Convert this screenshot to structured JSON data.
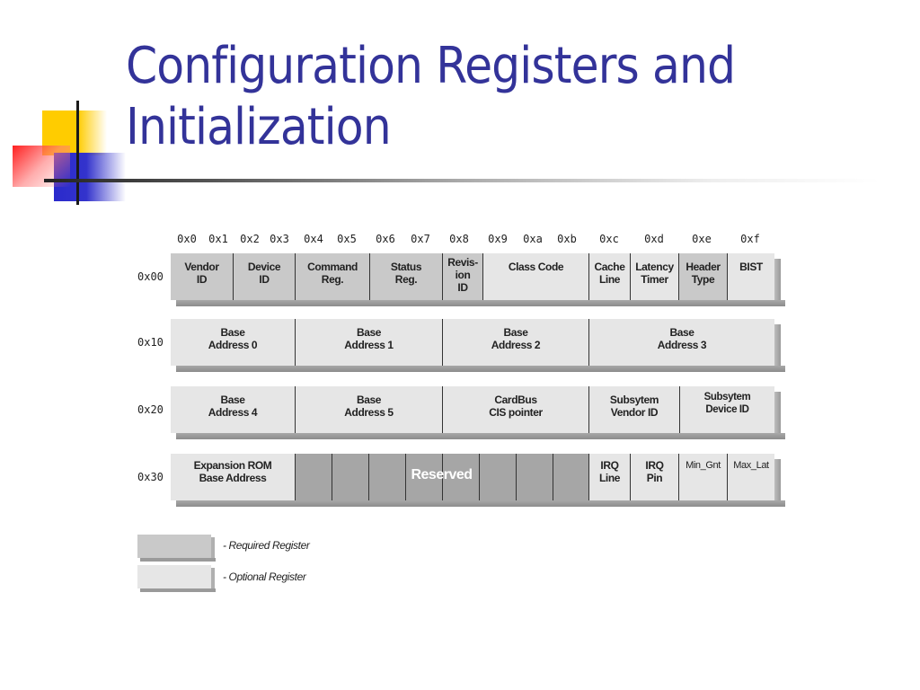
{
  "slide": {
    "title": "Configuration Registers and\nInitialization",
    "accent_color": "#333399"
  },
  "diagram": {
    "column_offsets": [
      "0x0",
      "0x1",
      "0x2",
      "0x3",
      "0x4",
      "0x5",
      "0x6",
      "0x7",
      "0x8",
      "0x9",
      "0xa",
      "0xb",
      "0xc",
      "0xd",
      "0xe",
      "0xf"
    ],
    "rows": [
      {
        "offset": "0x00",
        "cells": [
          {
            "label": "Vendor\nID",
            "type": "required"
          },
          {
            "label": "Device\nID",
            "type": "required"
          },
          {
            "label": "Command\nReg.",
            "type": "required"
          },
          {
            "label": "Status\nReg.",
            "type": "required"
          },
          {
            "label": "Revis-\nion\nID",
            "type": "required"
          },
          {
            "label": "Class Code",
            "type": "optional"
          },
          {
            "label": "Cache\nLine",
            "type": "optional"
          },
          {
            "label": "Latency\nTimer",
            "type": "optional"
          },
          {
            "label": "Header\nType",
            "type": "required"
          },
          {
            "label": "BIST",
            "type": "optional"
          }
        ]
      },
      {
        "offset": "0x10",
        "cells": [
          {
            "label": "Base\nAddress 0",
            "type": "optional"
          },
          {
            "label": "Base\nAddress 1",
            "type": "optional"
          },
          {
            "label": "Base\nAddress 2",
            "type": "optional"
          },
          {
            "label": "Base\nAddress 3",
            "type": "optional"
          }
        ]
      },
      {
        "offset": "0x20",
        "cells": [
          {
            "label": "Base\nAddress 4",
            "type": "optional"
          },
          {
            "label": "Base\nAddress 5",
            "type": "optional"
          },
          {
            "label": "CardBus\nCIS pointer",
            "type": "optional"
          },
          {
            "label": "Subsytem\nVendor ID",
            "type": "optional"
          },
          {
            "label": "Subsytem\nDevice ID",
            "type": "optional"
          }
        ]
      },
      {
        "offset": "0x30",
        "cells": [
          {
            "label": "Expansion ROM\nBase Address",
            "type": "optional"
          },
          {
            "label": "Reserved",
            "type": "reserved"
          },
          {
            "label": "IRQ\nLine",
            "type": "optional"
          },
          {
            "label": "IRQ\nPin",
            "type": "optional"
          },
          {
            "label": "Min_Gnt",
            "type": "optional"
          },
          {
            "label": "Max_Lat",
            "type": "optional"
          }
        ]
      }
    ],
    "legend": [
      {
        "label": "- Required Register",
        "color": "#c9c9c9"
      },
      {
        "label": "- Optional Register",
        "color": "#e6e6e6"
      }
    ]
  }
}
